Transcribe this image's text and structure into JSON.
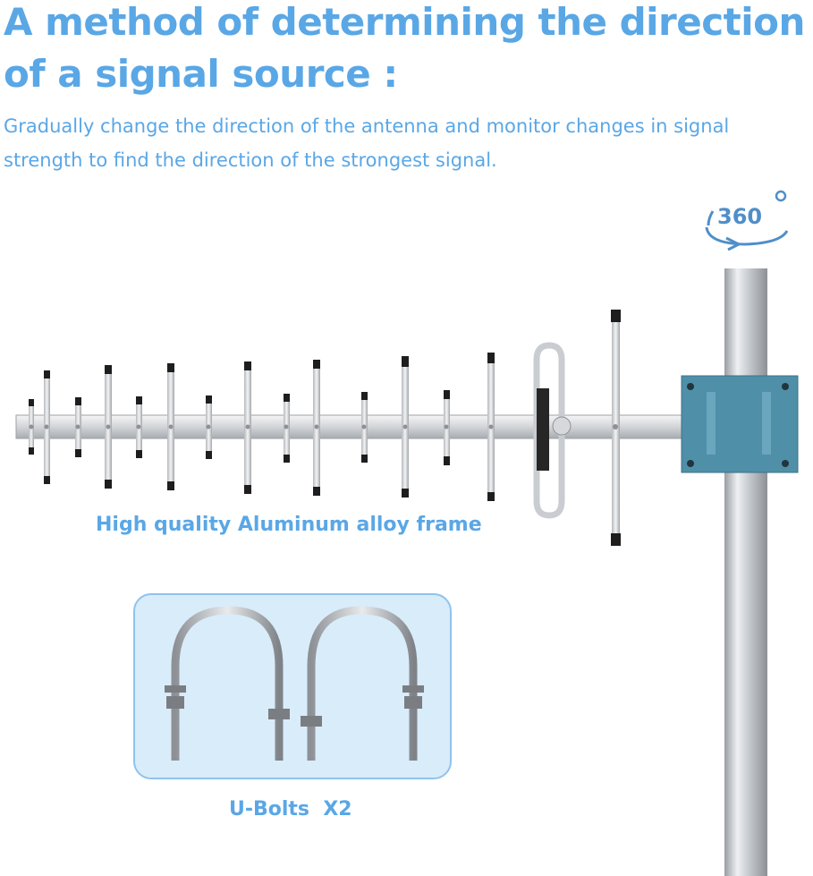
{
  "heading": "A method of determining the direction of a signal source :",
  "description": "Gradually change the direction of the antenna and monitor changes in signal strength to find the direction of the strongest signal.",
  "rotation_badge": "360",
  "frame_caption": "High quality Aluminum alloy frame",
  "bolts_caption": "U-Bolts  X2",
  "icons": [
    "rotate-360-icon"
  ],
  "colors": {
    "accent": "#5aa7e6",
    "box_fill": "#d9ecfa",
    "box_border": "#8fc3ee",
    "bracket": "#4f8fa8"
  }
}
